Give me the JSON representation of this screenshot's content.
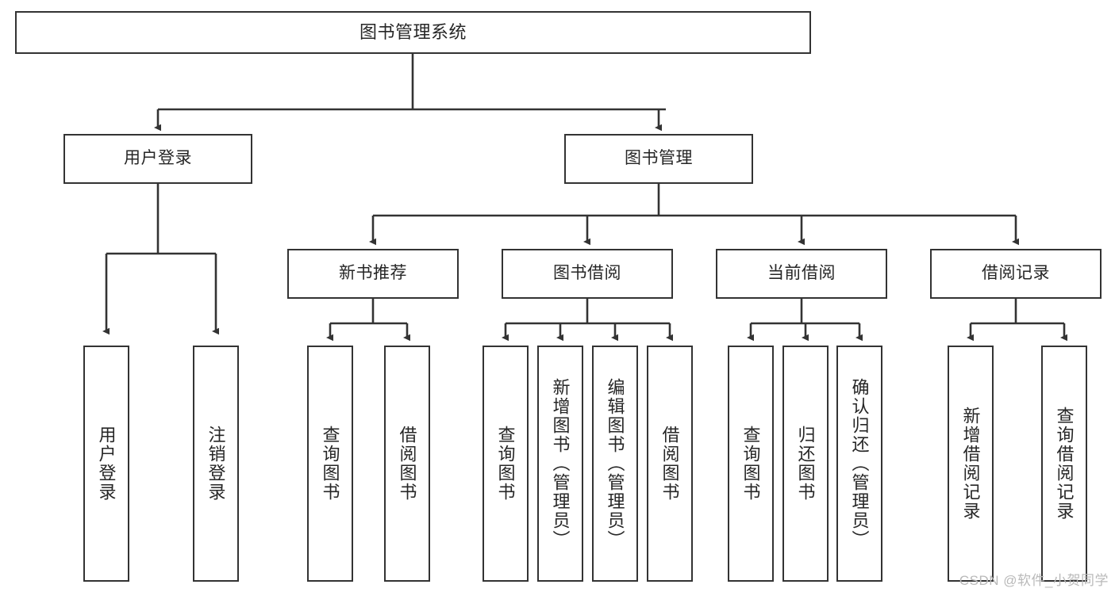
{
  "diagram": {
    "title": "图书管理系统",
    "watermark": "CSDN @软件_小贺同学",
    "line_color": "#333333",
    "box_border_color": "#333333",
    "box_fill_color": "#ffffff",
    "text_color": "#262626",
    "root": {
      "id": "root",
      "label": "图书管理系统"
    },
    "level2": [
      {
        "id": "user-login",
        "label": "用户登录"
      },
      {
        "id": "book-manage",
        "label": "图书管理"
      }
    ],
    "level3": [
      {
        "id": "new-book-recommend",
        "label": "新书推荐"
      },
      {
        "id": "book-borrow",
        "label": "图书借阅"
      },
      {
        "id": "current-borrow",
        "label": "当前借阅"
      },
      {
        "id": "borrow-record",
        "label": "借阅记录"
      }
    ],
    "leaves": {
      "user_login": [
        {
          "id": "leaf-user-login",
          "label": "用户登录"
        },
        {
          "id": "leaf-logout-login",
          "label": "注销登录"
        }
      ],
      "new_book_recommend": [
        {
          "id": "leaf-query-book-1",
          "label": "查询图书"
        },
        {
          "id": "leaf-borrow-book-1",
          "label": "借阅图书"
        }
      ],
      "book_borrow": [
        {
          "id": "leaf-query-book-2",
          "label": "查询图书"
        },
        {
          "id": "leaf-add-book",
          "label": "新增图书（管理员）"
        },
        {
          "id": "leaf-edit-book",
          "label": "编辑图书（管理员）"
        },
        {
          "id": "leaf-borrow-book-2",
          "label": "借阅图书"
        }
      ],
      "current_borrow": [
        {
          "id": "leaf-query-book-3",
          "label": "查询图书"
        },
        {
          "id": "leaf-return-book",
          "label": "归还图书"
        },
        {
          "id": "leaf-confirm-return",
          "label": "确认归还（管理员）"
        }
      ],
      "borrow_record": [
        {
          "id": "leaf-add-record",
          "label": "新增借阅记录"
        },
        {
          "id": "leaf-query-record",
          "label": "查询借阅记录"
        }
      ]
    }
  }
}
